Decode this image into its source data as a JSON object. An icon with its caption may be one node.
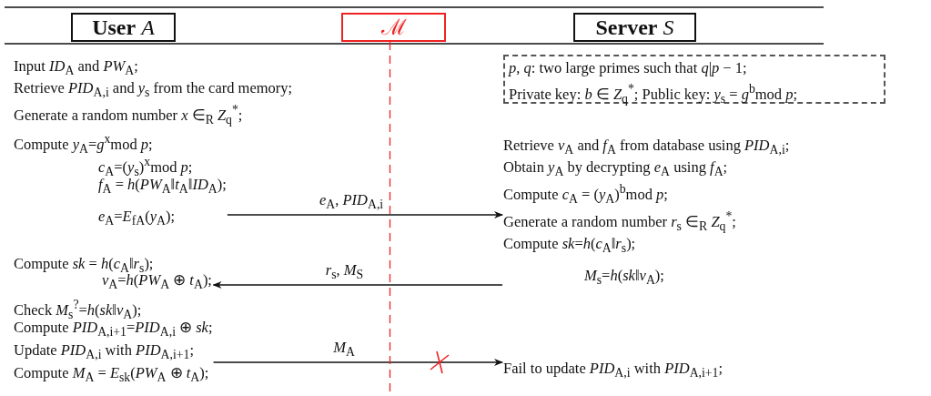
{
  "diagram": {
    "nodes": [
      {
        "text": [
          "**User** *A*"
        ]
      },
      {
        "text": [
          "ℳ"
        ]
      },
      {
        "text": [
          "**Server** *S*"
        ]
      },
      {
        "text": [
          "*p*, *q*: two large primes such that *q*|*p* − 1;",
          "Private key: *b* ∈ *Z*$_{q}$$^{*}$; Public key: *y*$_{s}$ = *g*$^{b}$mod *p*;"
        ]
      },
      {
        "text": [
          "Compute *y*$_{A}$=*g*$^{x}$mod *p*;",
          "*c*$_{A}$=(*y*$_{s}$)$^{x}$mod *p*;",
          "*f*$_{A}$ = *h*(*PW*$_{A}$‖*t*$_{A}$‖*ID*$_{A}$);",
          "*e*$_{A}$=*E*$_{fA}$(*y*$_{A}$);"
        ]
      },
      {
        "text": [
          "Retrieve *v*$_{A}$ and *f*$_{A}$ from database using *PID*$_{A,i}$;",
          "Obtain *y*$_{A}$ by decrypting *e*$_{A}$ using *f*$_{A}$;",
          "Compute *c*$_{A}$ = (*y*$_{A}$)$^{b}$mod *p*;",
          "Generate a random number *r*$_{s}$ ∈$_{R}$ *Z*$_{q}$$^{*}$;",
          "Compute *sk*=*h*(*c*$_{A}$‖*r*$_{s}$);",
          "*M*$_{s}$=*h*(*sk*‖*v*$_{A}$);"
        ]
      },
      {
        "text": [
          "Compute *sk* = *h*(*c*$_{A}$‖*r*$_{s}$);",
          "*v*$_{A}$=*h*(*PW*$_{A}$ ⊕ *t*$_{A}$);",
          "Check *M*$_{s}$$^{?}$=*h*(*sk*‖*v*$_{A}$);",
          "Compute *PID*$_{A,i+1}$=*PID*$_{A,i}$ ⊕ *sk*;",
          "Update *PID*$_{A,i}$ with *PID*$_{A,i+1}$;",
          "Compute *M*$_{A}$ = *E*$_{sk}$(*PW*$_{A}$ ⊕ *t*$_{A}$);"
        ]
      },
      {
        "text": [
          "Fail to update *PID*$_{A,i}$ with *PID*$_{A,i+1}$;"
        ]
      }
    ],
    "edges": [
      {
        "from": 4,
        "to": 5,
        "arrow": "to",
        "label": "*e*$_{A}$,  *PID*$_{A,i}$"
      },
      {
        "from": 5,
        "to": 6,
        "arrow": "to",
        "label": "*r*$_{s}$, *M*$_{S}$"
      },
      {
        "from": 6,
        "to": 7,
        "arrow": "to",
        "label": "*M*$_{A}$"
      },
      {
        "from": 1,
        "to": null,
        "arrow": "none",
        "style": "dashed",
        "color": "#ee2222"
      }
    ],
    "labels": [
      "Input *ID*$_{A}$ and *PW*$_{A}$;",
      "Retrieve *PID*$_{A,i}$ and *y*$_{s}$ from the card memory;",
      "Generate a random number *x* ∈$_{R}$ *Z*$_{q}$$^{*}$;"
    ]
  }
}
